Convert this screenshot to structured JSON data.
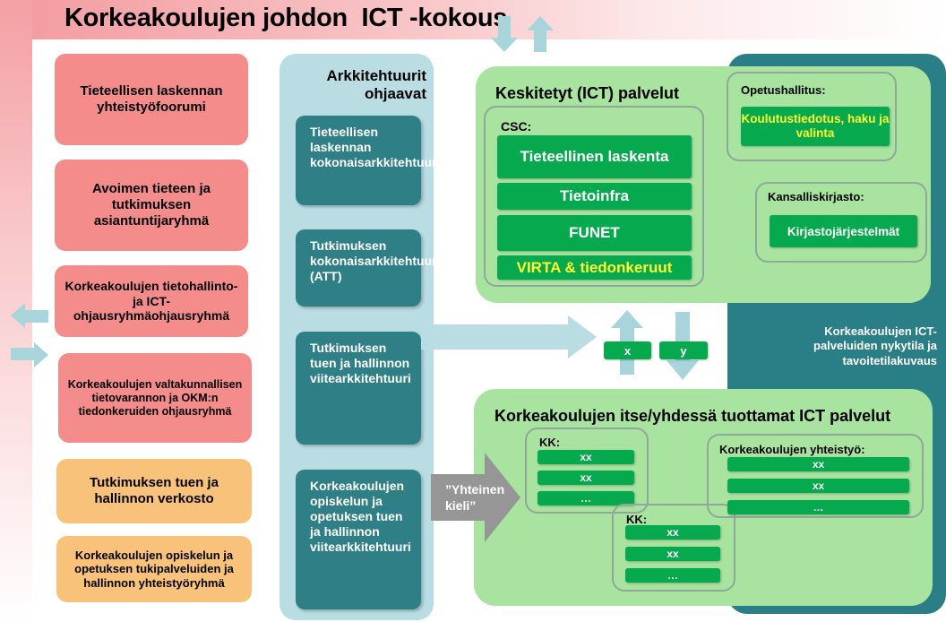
{
  "title": "Korkeakoulujen johdon  ICT -kokous",
  "left_column": [
    {
      "label": "Tieteellisen laskennan yhteistyöfoorumi",
      "color": "#f58c8c"
    },
    {
      "label": "Avoimen tieteen ja tutkimuksen asiantuntijaryhmä",
      "color": "#f58c8c"
    },
    {
      "label": "Korkeakoulujen tietohallinto- ja ICT-ohjausryhmäohjausryhmä",
      "color": "#f58c8c"
    },
    {
      "label": "Korkeakoulujen valtakunnallisen tietovarannon ja OKM:n tiedonkeruiden ohjausryhmä",
      "color": "#f58c8c"
    },
    {
      "label": "Tutkimuksen tuen ja hallinnon verkosto",
      "color": "#f9c27a"
    },
    {
      "label": "Korkeakoulujen opiskelun ja opetuksen tukipalveluiden ja hallinnon yhteistyöryhmä",
      "color": "#f9c27a"
    }
  ],
  "architectures": {
    "title": "Arkkitehtuurit ohjaavat",
    "items": [
      {
        "label": "Tieteellisen laskennan kokonaisarkkitehtuuri"
      },
      {
        "label": "Tutkimuksen kokonaisarkkitehtuuri (ATT)"
      },
      {
        "label": "Tutkimuksen tuen ja hallinnon viitearkkitehtuuri"
      },
      {
        "label": "Korkeakoulujen opiskelun ja opetuksen tuen ja hallinnon viitearkkitehtuuri"
      }
    ]
  },
  "shared_language": "”Yhteinen kieli”",
  "centralized": {
    "title": "Keskitetyt (ICT) palvelut",
    "csc": {
      "label": "CSC:",
      "services": [
        "Tieteellinen laskenta",
        "Tietoinfra",
        "FUNET",
        "VIRTA & tiedonkeruut"
      ]
    },
    "opetushallitus": {
      "label": "Opetushallitus:",
      "service": "Koulutustiedotus, haku ja valinta"
    },
    "kansalliskirjasto": {
      "label": "Kansalliskirjasto:",
      "service": "Kirjastojärjestelmät"
    }
  },
  "connectors": {
    "x": "x",
    "y": "y"
  },
  "status_note": "Korkeakoulujen ICT-palveluiden nykytila ja tavoitetilakuvaus",
  "own_services": {
    "title": "Korkeakoulujen itse/yhdessä tuottamat ICT palvelut",
    "kk1": {
      "label": "KK:",
      "items": [
        "xx",
        "xx",
        "…"
      ]
    },
    "kk2": {
      "label": "KK:",
      "items": [
        "xx",
        "xx",
        "…"
      ]
    },
    "cooperation": {
      "label": "Korkeakoulujen yhteistyö:",
      "items": [
        "xx",
        "xx",
        "…"
      ]
    }
  },
  "colors": {
    "pink": "#f58c8c",
    "orange": "#f9c27a",
    "teal": "#2e8086",
    "light_blue": "#b9dde3",
    "light_green": "#a9e3a0",
    "green": "#06a94d",
    "yellow": "#ffff33"
  }
}
